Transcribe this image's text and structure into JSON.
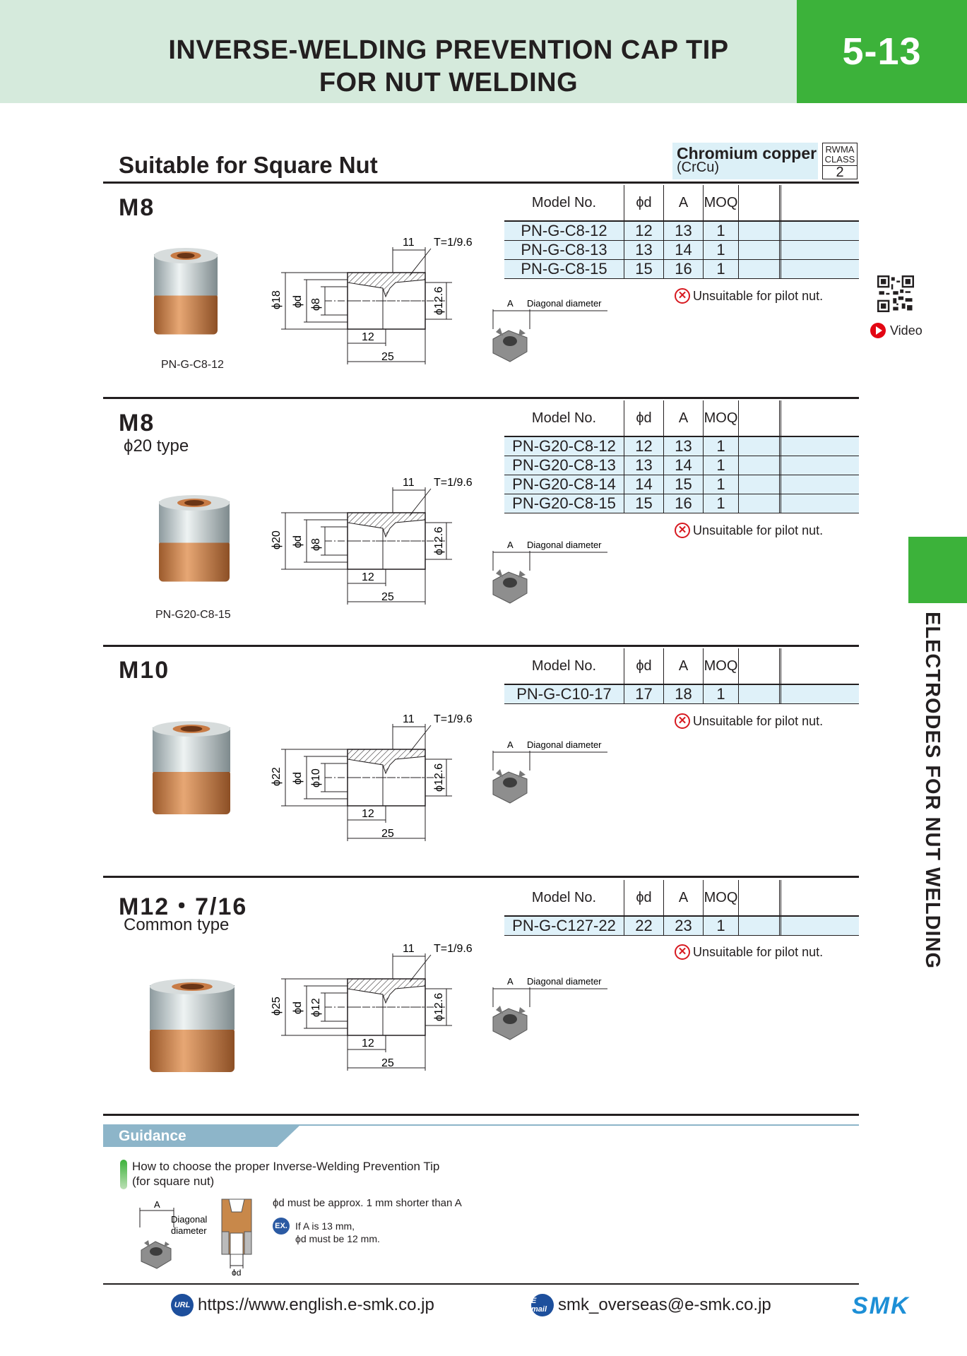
{
  "header": {
    "title_line1": "INVERSE-WELDING PREVENTION CAP TIP",
    "title_line2": "FOR NUT WELDING",
    "page_number": "5-13"
  },
  "subtitle": "Suitable for Square Nut",
  "material": {
    "name": "Chromium copper",
    "abbr": "(CrCu)",
    "rwma_label": "RWMA CLASS",
    "rwma_class": "2"
  },
  "table_headers": {
    "model": "Model No.",
    "d": "ϕd",
    "a": "A",
    "moq": "MOQ"
  },
  "unsuitable_text": "Unsuitable for pilot nut.",
  "nut_labels": {
    "a": "A",
    "diagonal": "Diagonal diameter"
  },
  "drawing_labels": {
    "dim11": "11",
    "taper": "T=1/9.6",
    "dim12": "12",
    "dim25": "25",
    "phi12_6": "ϕ12.6",
    "phid": "ϕd"
  },
  "sections": [
    {
      "title": "M8",
      "subtitle": "",
      "photo_caption": "PN-G-C8-12",
      "outer": "ϕ18",
      "inner": "ϕ8",
      "rows": [
        {
          "model": "PN-G-C8-12",
          "d": "12",
          "a": "13",
          "moq": "1"
        },
        {
          "model": "PN-G-C8-13",
          "d": "13",
          "a": "14",
          "moq": "1"
        },
        {
          "model": "PN-G-C8-15",
          "d": "15",
          "a": "16",
          "moq": "1"
        }
      ]
    },
    {
      "title": "M8",
      "subtitle": "ϕ20 type",
      "photo_caption": "PN-G20-C8-15",
      "outer": "ϕ20",
      "inner": "ϕ8",
      "rows": [
        {
          "model": "PN-G20-C8-12",
          "d": "12",
          "a": "13",
          "moq": "1"
        },
        {
          "model": "PN-G20-C8-13",
          "d": "13",
          "a": "14",
          "moq": "1"
        },
        {
          "model": "PN-G20-C8-14",
          "d": "14",
          "a": "15",
          "moq": "1"
        },
        {
          "model": "PN-G20-C8-15",
          "d": "15",
          "a": "16",
          "moq": "1"
        }
      ]
    },
    {
      "title": "M10",
      "subtitle": "",
      "photo_caption": "",
      "outer": "ϕ22",
      "inner": "ϕ10",
      "rows": [
        {
          "model": "PN-G-C10-17",
          "d": "17",
          "a": "18",
          "moq": "1"
        }
      ]
    },
    {
      "title": "M12・7/16",
      "subtitle": "Common type",
      "photo_caption": "",
      "outer": "ϕ25",
      "inner": "ϕ12",
      "rows": [
        {
          "model": "PN-G-C127-22",
          "d": "22",
          "a": "23",
          "moq": "1"
        }
      ]
    }
  ],
  "video": {
    "label": "Video"
  },
  "side_tab": "ELECTRODES FOR NUT WELDING",
  "guidance": {
    "title": "Guidance",
    "line1": "How to choose the proper Inverse-Welding Prevention Tip",
    "line2": "(for square nut)",
    "rule": "ϕd must be approx. 1 mm shorter than A",
    "ex_badge": "EX.",
    "example1": "If A is 13 mm,",
    "example2": "ϕd must be 12 mm.",
    "nut_a": "A",
    "nut_diag1": "Diagonal",
    "nut_diag2": "diameter",
    "phid": "ϕd"
  },
  "footer": {
    "url_badge": "URL",
    "url": "https://www.english.e-smk.co.jp",
    "mail_badge": "E mail",
    "email": "smk_overseas@e-smk.co.jp",
    "logo": "SMK"
  },
  "colors": {
    "green": "#3cb23a",
    "header_bg": "#d5eadc",
    "row_bg": "#dff1f9",
    "red": "#d71920"
  }
}
